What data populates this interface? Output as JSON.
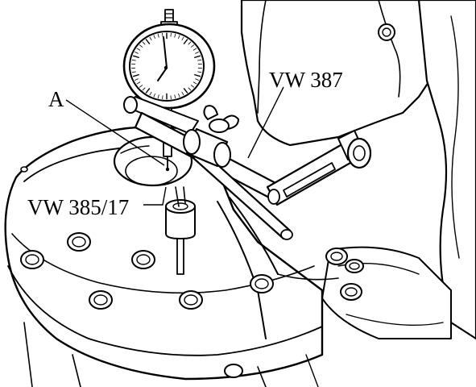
{
  "labels": {
    "a": "A",
    "vw387": "VW 387",
    "vw385": "VW 385/17"
  },
  "colors": {
    "line": "#000000",
    "background": "#ffffff"
  }
}
